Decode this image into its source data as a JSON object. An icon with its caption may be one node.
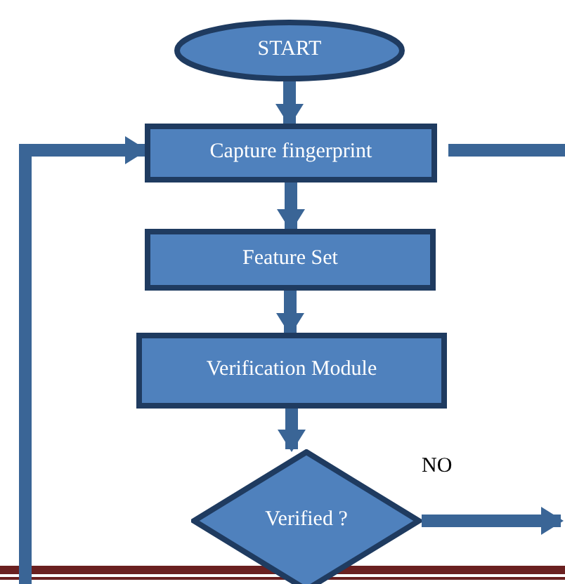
{
  "diagram": {
    "nodes": [
      {
        "text": [
          "START"
        ]
      },
      {
        "text": [
          "Capture fingerprint"
        ]
      },
      {
        "text": [
          "Feature Set"
        ]
      },
      {
        "text": [
          "Verification Module"
        ]
      },
      {
        "text": [
          "Verified ?"
        ]
      }
    ],
    "edges": [
      {
        "from": 0,
        "to": 1,
        "arrow": "to"
      },
      {
        "from": 1,
        "to": 2,
        "arrow": "to"
      },
      {
        "from": 2,
        "to": 3,
        "arrow": "to"
      },
      {
        "from": 3,
        "to": 4,
        "arrow": "to"
      },
      {
        "from": 4,
        "to": null,
        "arrow": "to",
        "label": "NO"
      },
      {
        "from": 1,
        "to": null,
        "arrow": "none"
      },
      {
        "from": null,
        "to": 1,
        "arrow": "to"
      }
    ]
  }
}
